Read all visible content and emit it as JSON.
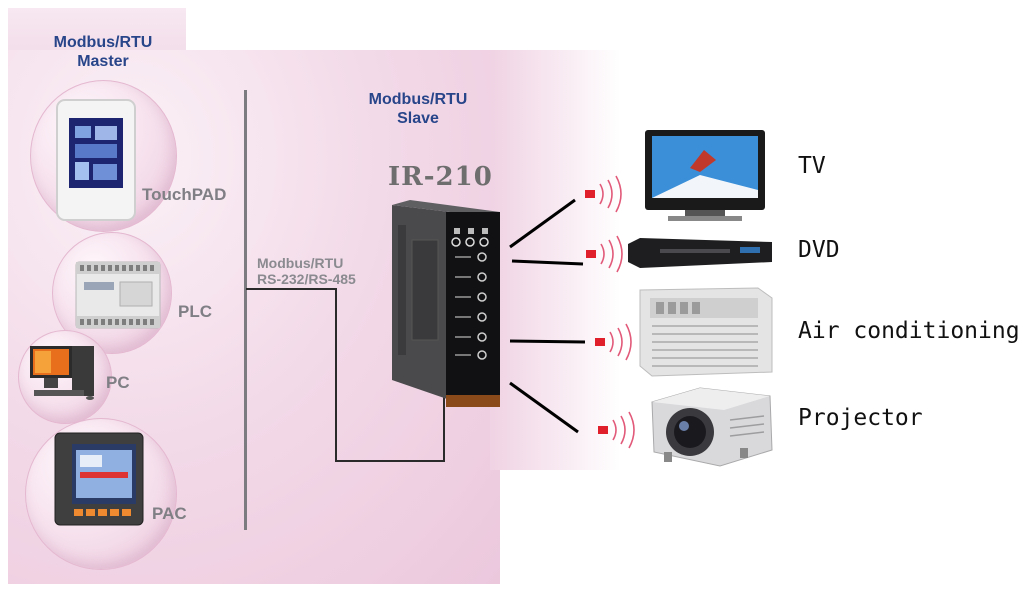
{
  "master": {
    "title_line1": "Modbus/RTU",
    "title_line2": "Master"
  },
  "slave": {
    "title_line1": "Modbus/RTU",
    "title_line2": "Slave"
  },
  "device_model": "IR-210",
  "link": {
    "line1": "Modbus/RTU",
    "line2": "RS-232/RS-485"
  },
  "masters": [
    {
      "label": "TouchPAD",
      "icon": "touchpad-icon"
    },
    {
      "label": "PLC",
      "icon": "plc-icon"
    },
    {
      "label": "PC",
      "icon": "pc-icon"
    },
    {
      "label": "PAC",
      "icon": "pac-icon"
    }
  ],
  "appliances": [
    {
      "label": "TV",
      "icon": "tv-icon"
    },
    {
      "label": "DVD",
      "icon": "dvd-player-icon"
    },
    {
      "label": "Air conditioning",
      "icon": "air-conditioner-icon"
    },
    {
      "label": "Projector",
      "icon": "projector-icon"
    }
  ],
  "colors": {
    "title_blue": "#28458a",
    "device_label_gray": "#7f7f85",
    "ir_red": "#e0202a",
    "background_pink": "#f3dbe9"
  }
}
